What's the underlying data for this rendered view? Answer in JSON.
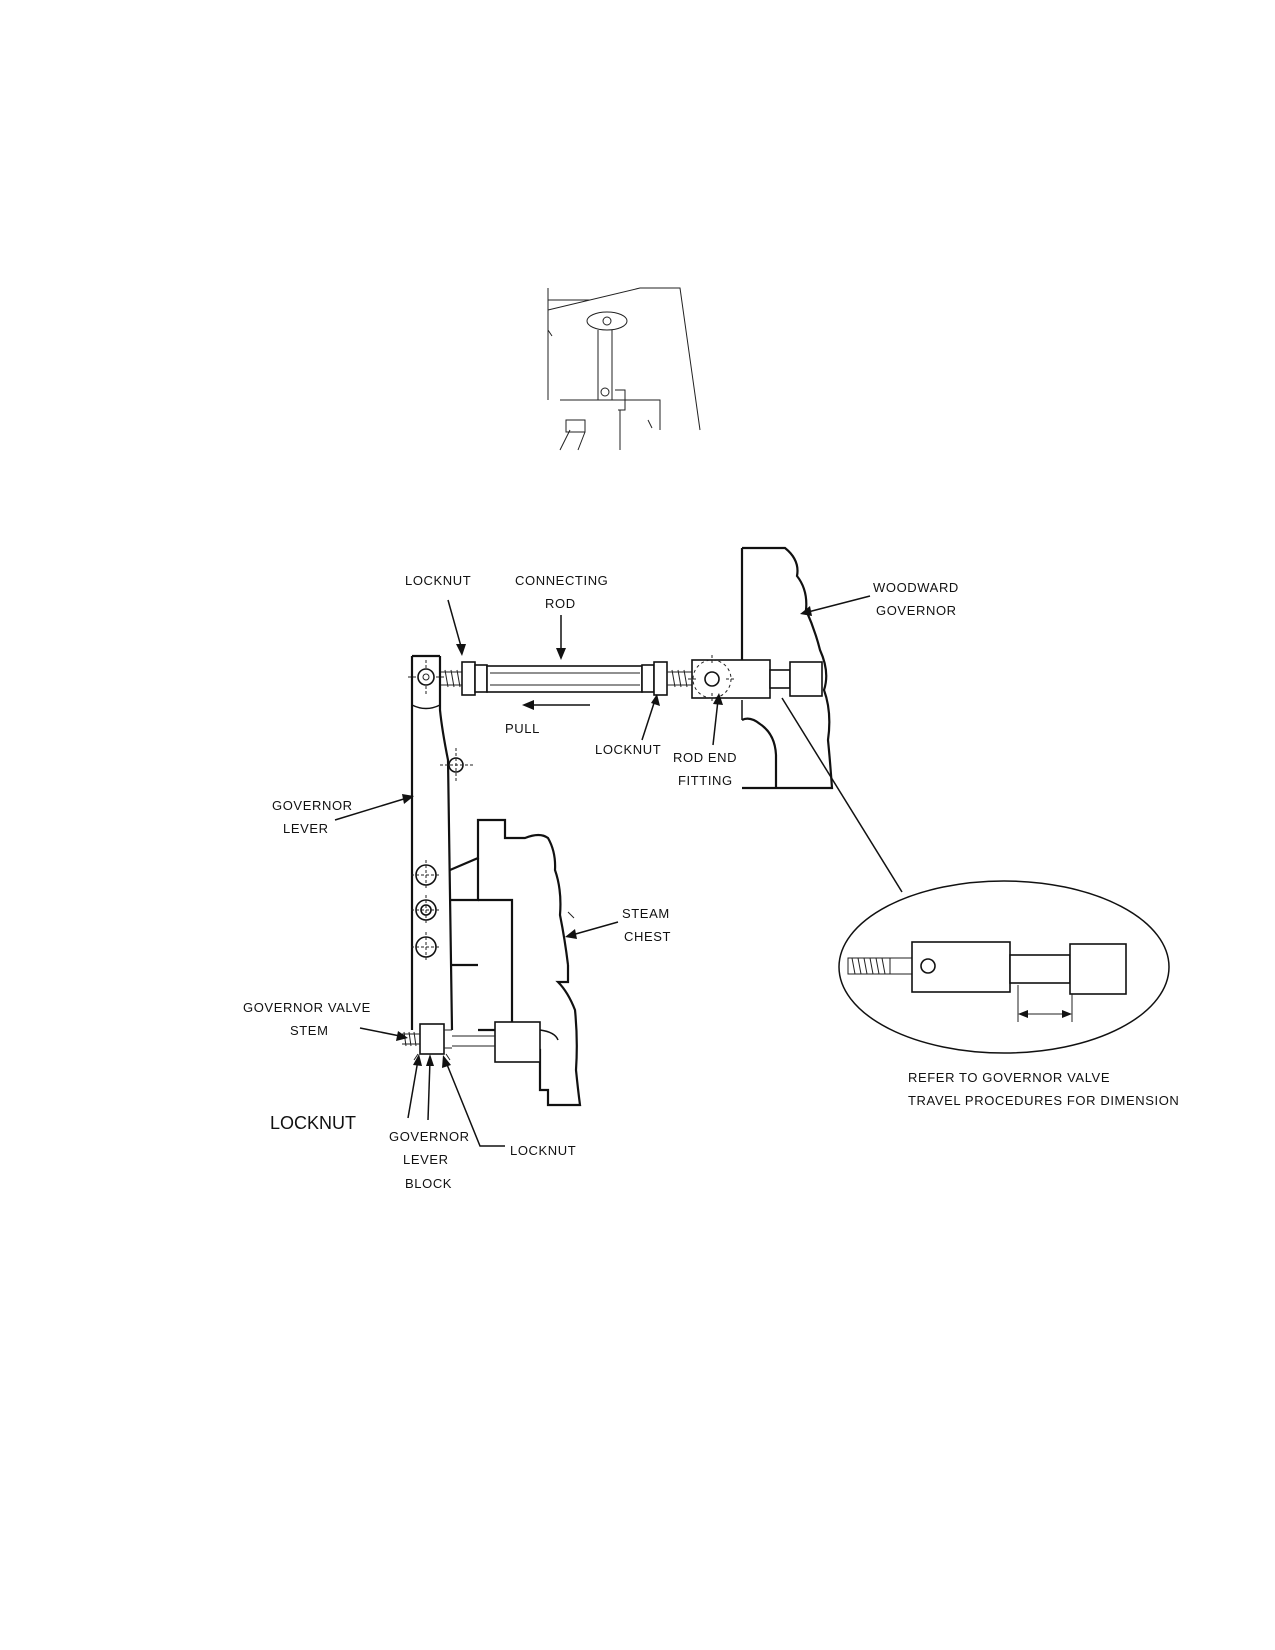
{
  "labels": {
    "locknut_top": "LOCKNUT",
    "connecting_rod_1": "CONNECTING",
    "connecting_rod_2": "ROD",
    "woodward_1": "WOODWARD",
    "woodward_2": "GOVERNOR",
    "pull": "PULL",
    "locknut_mid": "LOCKNUT",
    "rod_end_1": "ROD END",
    "rod_end_2": "FITTING",
    "gov_lever_1": "GOVERNOR",
    "gov_lever_2": "LEVER",
    "steam_1": "STEAM",
    "steam_2": "CHEST",
    "valve_stem_1": "GOVERNOR VALVE",
    "valve_stem_2": "STEM",
    "locknut_left": "LOCKNUT",
    "lever_block_1": "GOVERNOR",
    "lever_block_2": "LEVER",
    "lever_block_3": "BLOCK",
    "locknut_bottom": "LOCKNUT",
    "refer_1": "REFER TO GOVERNOR VALVE",
    "refer_2": "TRAVEL PROCEDURES FOR DIMENSION"
  }
}
